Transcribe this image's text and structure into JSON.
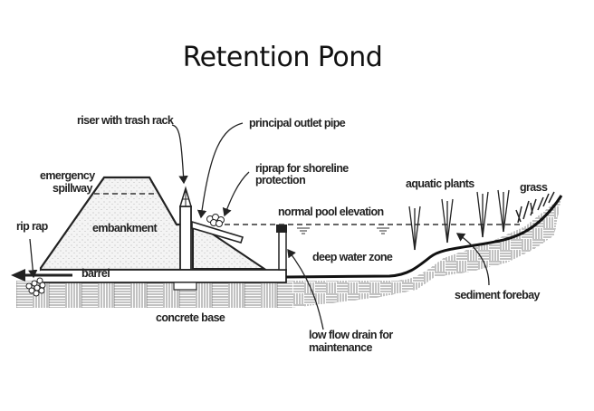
{
  "title": "Retention Pond",
  "labels": {
    "riser": "riser with trash rack",
    "principal_outlet": "principal outlet pipe",
    "riprap_shore_1": "riprap for shoreline",
    "riprap_shore_2": "protection",
    "emergency_1": "emergency",
    "emergency_2": "spillway",
    "embankment": "embankment",
    "rip_rap": "rip rap",
    "barrel": "barrel",
    "normal_pool": "normal pool elevation",
    "deep_water": "deep water zone",
    "aquatic_plants": "aquatic plants",
    "grass": "grass",
    "concrete_base": "concrete base",
    "low_flow_1": "low flow drain for",
    "low_flow_2": "maintenance",
    "sediment_forebay": "sediment forebay"
  }
}
